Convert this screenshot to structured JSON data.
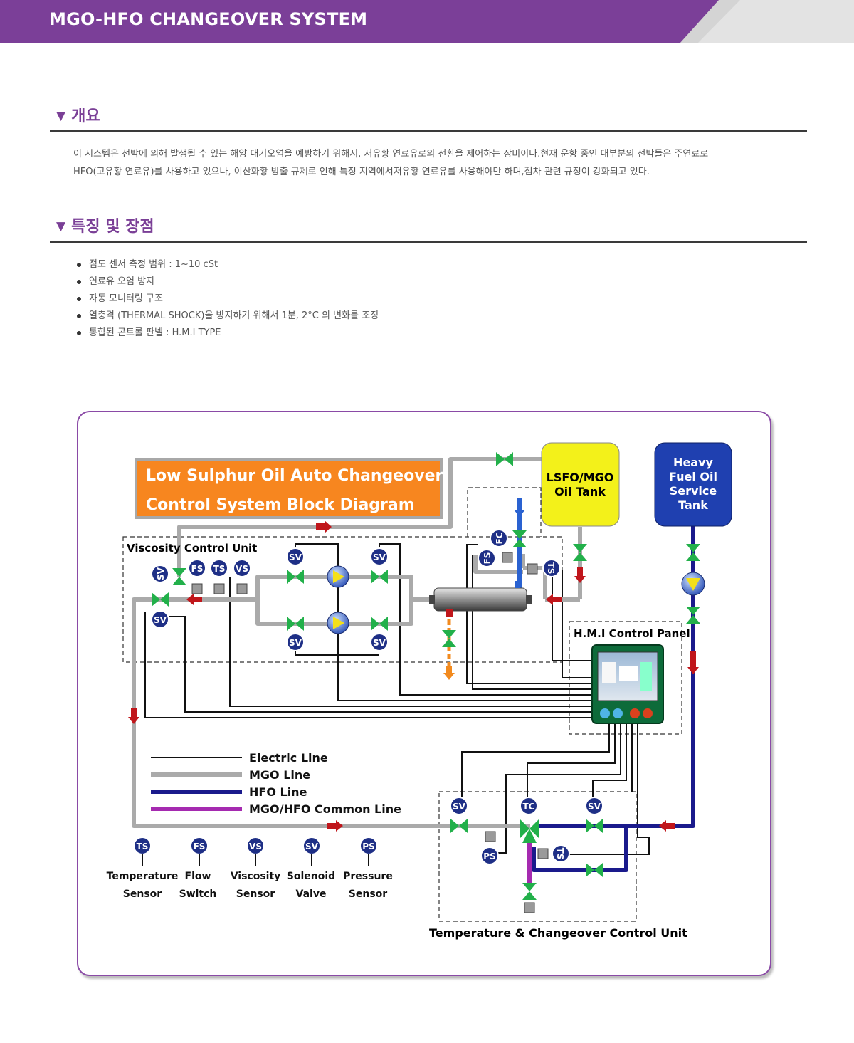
{
  "header": {
    "title": "MGO-HFO CHANGEOVER SYSTEM"
  },
  "overview": {
    "title": "개요",
    "lines": [
      "이 시스템은 선박에 의해 발생될 수 있는 해양 대기오염을 예방하기 위해서, 저유황 연료유로의 전환을 제어하는 장비이다.현재 운항 중인 대부분의 선박들은 주연료로",
      "HFO(고유황 연료유)를 사용하고 있으나, 이산화황 방출 규제로 인해 특정 지역에서저유황 연료유를 사용해야만 하며,점차 관련 규정이 강화되고 있다."
    ]
  },
  "features": {
    "title": "특징 및 장점",
    "items": [
      "점도 센서 측정 범위 :  1~10 cSt",
      "연료유 오염 방지",
      "자동 모니터링 구조",
      "열충격 (THERMAL SHOCK)을 방지하기 위해서 1분, 2°C 의 변화를 조정",
      "통합된 콘트롤 판넬 : H.M.I TYPE"
    ]
  },
  "diagram": {
    "title_line1": "Low  Sulphur  Oil  Auto  Changeover",
    "title_line2": "Control  System  Block  Diagram",
    "lsfo_tank": [
      "LSFO/MGO",
      "Oil  Tank"
    ],
    "hfo_tank": [
      "Heavy",
      "Fuel  Oil",
      "Service",
      "Tank"
    ],
    "viscosity_unit": "Viscosity  Control  Unit",
    "hmi_panel": "H.M.I  Control  Panel",
    "temp_unit": "Temperature  &  Changeover  Control  Unit",
    "tags": {
      "sv": "SV",
      "fs": "FS",
      "ts": "TS",
      "vs": "VS",
      "tc": "TC",
      "ps": "PS",
      "fc": "FC"
    },
    "legend": [
      {
        "label": "Electric  Line",
        "color": "#111111"
      },
      {
        "label": "MGO  Line",
        "color": "#aaaaaa"
      },
      {
        "label": "HFO  Line",
        "color": "#1a1a8c"
      },
      {
        "label": "MGO/HFO  Common  Line",
        "color": "#a52ab0"
      }
    ],
    "symbols": [
      {
        "tag": "TS",
        "line1": "Temperature",
        "line2": "Sensor"
      },
      {
        "tag": "FS",
        "line1": "Flow",
        "line2": "Switch"
      },
      {
        "tag": "VS",
        "line1": "Viscosity",
        "line2": "Sensor"
      },
      {
        "tag": "SV",
        "line1": "Solenoid",
        "line2": "Valve"
      },
      {
        "tag": "PS",
        "line1": "Pressure",
        "line2": "Sensor"
      }
    ],
    "colors": {
      "mgo": "#aaaaaa",
      "hfo": "#1a1a8c",
      "common": "#a52ab0",
      "valve": "#22b04a",
      "arrow": "#c0161b",
      "title_box": "#f7861f",
      "lsfo": "#f3f11a",
      "hfo_tank": "#1f40b0",
      "tag": "#1e2f86",
      "header": "#7b3f98"
    }
  }
}
